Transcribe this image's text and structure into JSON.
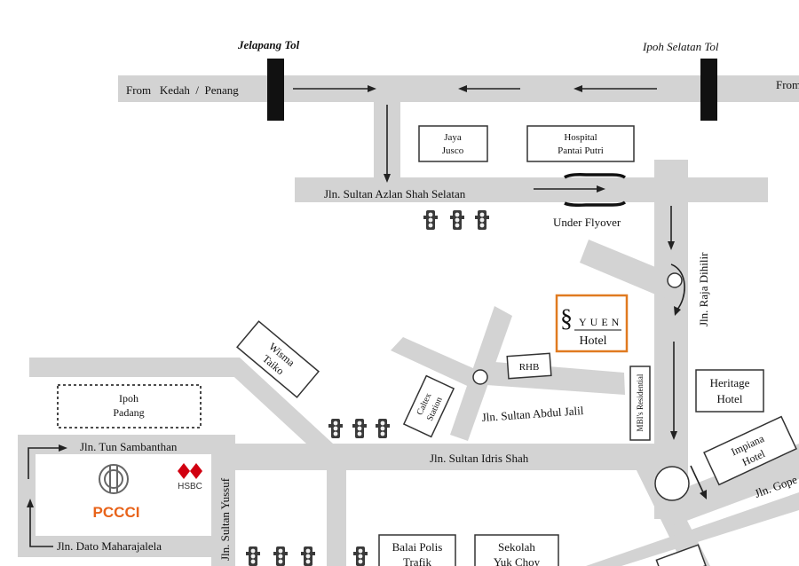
{
  "map": {
    "tolls": {
      "jelapang": "Jelapang Tol",
      "ipoh_selatan": "Ipoh Selatan Tol"
    },
    "roads": {
      "from_kedah_penang": "From   Kedah  /  Penang",
      "from_right": "From",
      "sultan_azlan_shah_selatan": "Jln. Sultan Azlan Shah Selatan",
      "under_flyover": "Under Flyover",
      "raja_dihilir": "Jln. Raja Dihilir",
      "sultan_abdul_jalil": "Jln. Sultan Abdul Jalil",
      "sultan_idris_shah": "Jln. Sultan Idris Shah",
      "tun_sambanthan": "Jln. Tun Sambanthan",
      "dato_maharajalela": "Jln. Dato Maharajalela",
      "sultan_yussuf": "Jln. Sultan Yussuf",
      "gopeng": "Jln. Gope"
    },
    "places": {
      "jaya_jusco_line1": "Jaya",
      "jaya_jusco_line2": "Jusco",
      "hospital_line1": "Hospital",
      "hospital_line2": "Pantai Putri",
      "yuen_brand": "YUEN",
      "yuen_hotel": "Hotel",
      "rhb": "RHB",
      "caltex_line1": "Caltex",
      "caltex_line2": "Station",
      "wisma_taiko_line1": "Wisma",
      "wisma_taiko_line2": "Taiko",
      "ipoh_padang_line1": "Ipoh",
      "ipoh_padang_line2": "Padang",
      "mbi_residential": "MBI's Residential",
      "heritage_line1": "Heritage",
      "heritage_line2": "Hotel",
      "impiana_line1": "Impiana",
      "impiana_line2": "Hotel",
      "pccci": "PCCCI",
      "hsbc": "HSBC",
      "balai_polis_line1": "Balai Polis",
      "balai_polis_line2": "Trafik",
      "sekolah_line1": "Sekolah",
      "sekolah_line2": "Yuk Choy"
    },
    "colors": {
      "road": "#d3d3d3",
      "yuen_border": "#e07a20",
      "pccci": "#e8631a",
      "hsbc": "#d10010"
    },
    "icons": {
      "toll": "toll-gate-icon",
      "traffic_light": "traffic-light-icon",
      "roundabout": "roundabout-icon",
      "pccci_logo": "pccci-logo-icon",
      "hsbc_logo": "hsbc-logo-icon"
    }
  }
}
